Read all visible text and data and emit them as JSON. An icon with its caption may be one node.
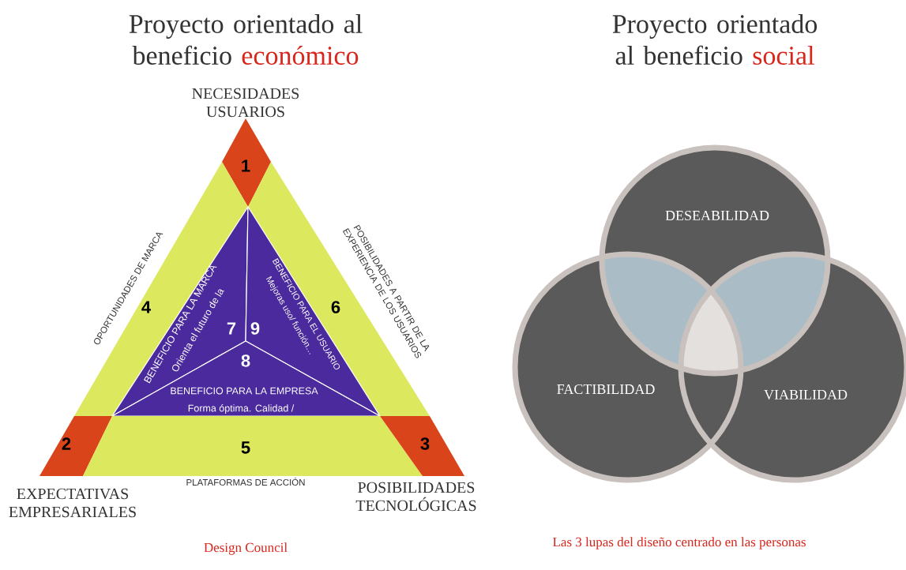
{
  "diagram": {
    "nodes": [
      {
        "text": [
          "1"
        ],
        "beside": [
          "NECESIDADES USUARIOS"
        ]
      },
      {
        "text": [
          "4"
        ],
        "beside": [
          "OPORTUNIDADES DE MARCA"
        ]
      },
      {
        "text": [
          "6"
        ],
        "beside": [
          "POSIBILIDADES A PARTIR DE LA EXPERIENCIA DE LOS USUARIOS"
        ]
      },
      {
        "text": [
          "BENEFICIO PARA LA MARCA",
          "Orienta el futuro de la",
          "7"
        ]
      },
      {
        "text": [
          "BENEFICIO PARA EL USUARIO",
          "Mejoras uso/ función…",
          "9"
        ]
      },
      {
        "text": [
          "8",
          "BENEFICIO PARA LA EMPRESA",
          "Forma óptima. Calidad /"
        ]
      },
      {
        "text": [
          "2"
        ],
        "beside": [
          "EXPECTATIVAS EMPRESARIALES"
        ]
      },
      {
        "text": [
          "5"
        ],
        "beside": [
          "PLATAFORMAS DE ACCIÓN"
        ]
      },
      {
        "text": [
          "3"
        ],
        "beside": [
          "POSIBILIDADES TECNOLÓGICAS"
        ]
      },
      {
        "text": [
          "DESEABILIDAD"
        ]
      },
      {
        "text": [
          "FACTIBILIDAD"
        ]
      },
      {
        "text": [
          "VIABILIDAD"
        ]
      }
    ],
    "labels": [
      "Proyecto orientado al beneficio",
      "económico",
      "Proyecto orientado al beneficio",
      "social",
      "Design Council",
      "Las 3 lupas del diseño centrado en las personas"
    ]
  }
}
